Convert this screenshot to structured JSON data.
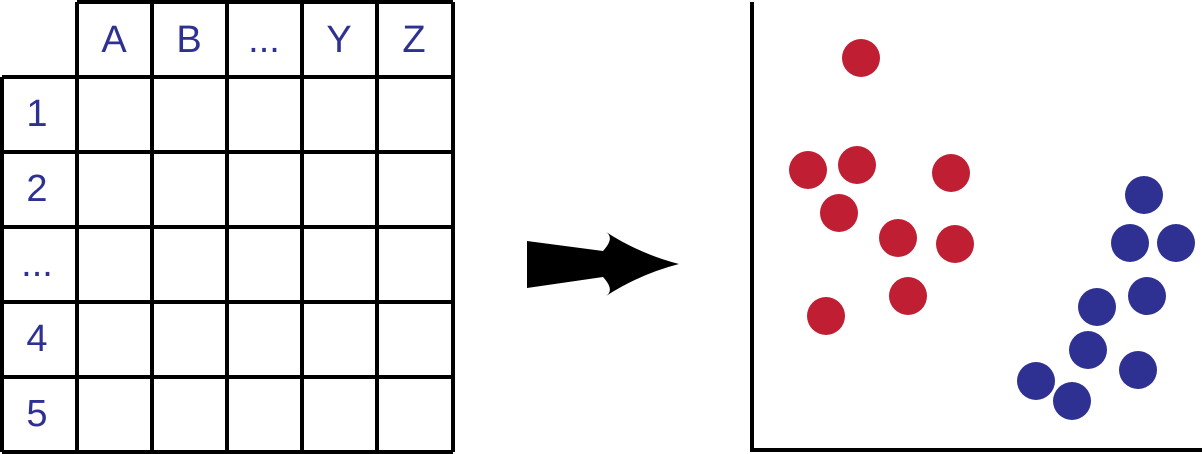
{
  "table": {
    "column_headers": [
      "A",
      "B",
      "...",
      "Y",
      "Z"
    ],
    "row_headers": [
      "1",
      "2",
      "...",
      "4",
      "5"
    ]
  },
  "scatter": {
    "clusters": [
      {
        "color": "#c01e32",
        "points": [
          [
            861,
            58
          ],
          [
            808,
            170
          ],
          [
            857,
            165
          ],
          [
            951,
            173
          ],
          [
            839,
            213
          ],
          [
            898,
            238
          ],
          [
            955,
            244
          ],
          [
            908,
            296
          ],
          [
            826,
            316
          ]
        ]
      },
      {
        "color": "#2e3192",
        "points": [
          [
            1144,
            195
          ],
          [
            1130,
            243
          ],
          [
            1176,
            243
          ],
          [
            1097,
            307
          ],
          [
            1147,
            296
          ],
          [
            1088,
            350
          ],
          [
            1138,
            370
          ],
          [
            1036,
            381
          ],
          [
            1072,
            401
          ]
        ]
      }
    ]
  },
  "colors": {
    "header_text": "#2e3192",
    "grid_line": "#000000",
    "arrow": "#000000",
    "axes": "#000000"
  }
}
